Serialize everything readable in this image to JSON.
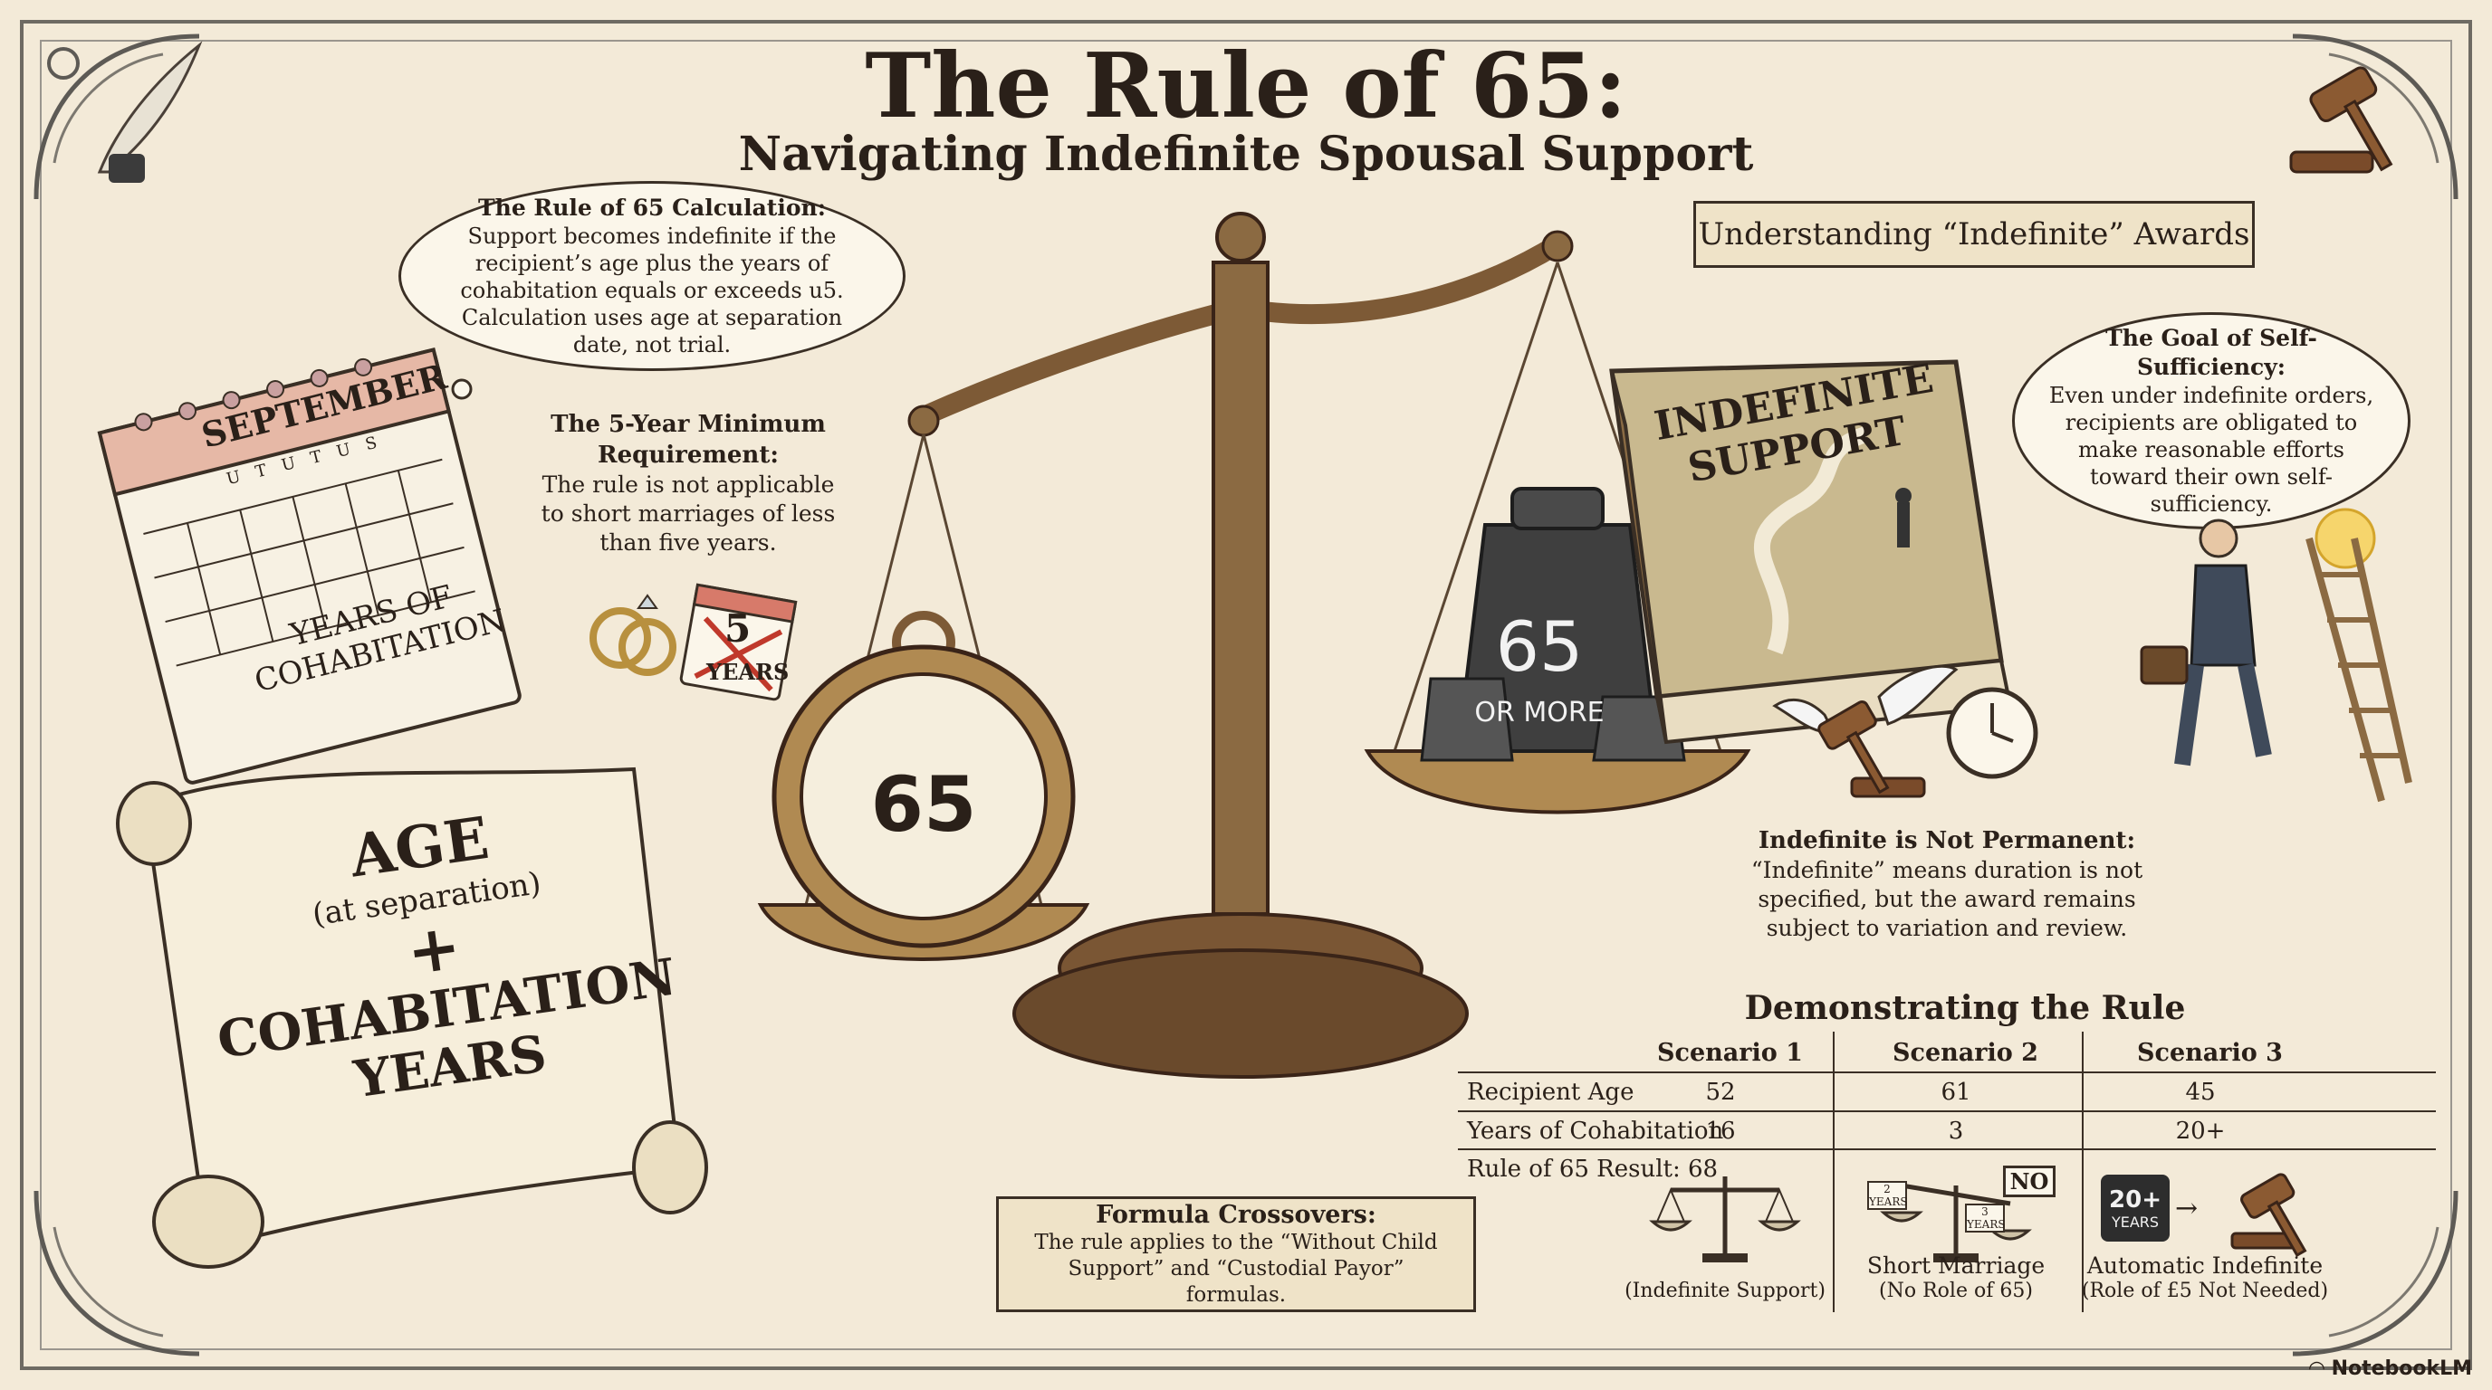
{
  "title": "The Rule of 65:",
  "subtitle": "Navigating Indefinite Spousal Support",
  "calculation": {
    "heading": "The Rule of 65 Calculation:",
    "body": "Support becomes indefinite if the recipient’s age plus the years of cohabitation equals or exceeds u5. Calculation uses age at separation date, not trial."
  },
  "minimum": {
    "heading": "The 5-Year Minimum Requirement:",
    "body": "The rule is not applicable to short marriages of less than five years."
  },
  "calendar": {
    "month": "SEPTEMBER",
    "weekdays": "U T U T U S",
    "label_line1": "YEARS OF",
    "label_line2": "COHABITATION"
  },
  "small_calendar": {
    "number": "5",
    "label": "YEARS"
  },
  "scroll": {
    "line1": "AGE",
    "line2": "(at separation)",
    "plus": "+",
    "line3": "COHABITATION",
    "line4": "YEARS"
  },
  "stopwatch_label": "65",
  "weight": {
    "number": "65",
    "label": "OR MORE"
  },
  "understanding_banner": "Understanding “Indefinite” Awards",
  "book": {
    "line1": "INDEFINITE",
    "line2": "SUPPORT"
  },
  "self_sufficiency": {
    "heading": "The Goal of Self-Sufficiency:",
    "body": "Even under indefinite orders, recipients are obligated to make reasonable efforts toward their own self-sufficiency."
  },
  "not_permanent": {
    "heading": "Indefinite is Not Permanent:",
    "body": "“Indefinite” means duration is not specified, but the award remains subject to variation and review."
  },
  "crossovers": {
    "heading": "Formula Crossovers:",
    "body": "The rule applies to the “Without Child Support” and “Custodial Payor” formulas."
  },
  "demo": {
    "title": "Demonstrating the Rule",
    "headers": [
      "Scenario 1",
      "Scenario 2",
      "Scenario 3"
    ],
    "row_labels": [
      "Recipient Age",
      "Years of Cohabitation",
      "Rule of 65 Result: 68"
    ],
    "recipient_age": [
      "52",
      "61",
      "45"
    ],
    "years_cohabitation": [
      "16",
      "3",
      "20+"
    ],
    "scenario1_caption": "(Indefinite Support)",
    "scenario2_caption": "Short Marriage",
    "scenario2_sub": "(No Role of 65)",
    "scenario2_sign": "NO",
    "scenario2_tag1": "2 YEARS",
    "scenario2_tag2": "3 YEARS",
    "scenario3_caption": "Automatic Indefinite",
    "scenario3_sub": "(Role of £5 Not Needed)",
    "scenario3_badge_num": "20+",
    "scenario3_badge_label": "YEARS"
  },
  "brand": "NotebookLM",
  "colors": {
    "paper": "#f3ead8",
    "ink": "#2a2019",
    "brass": "#9a7a4e",
    "bronze": "#6b4a2a"
  }
}
